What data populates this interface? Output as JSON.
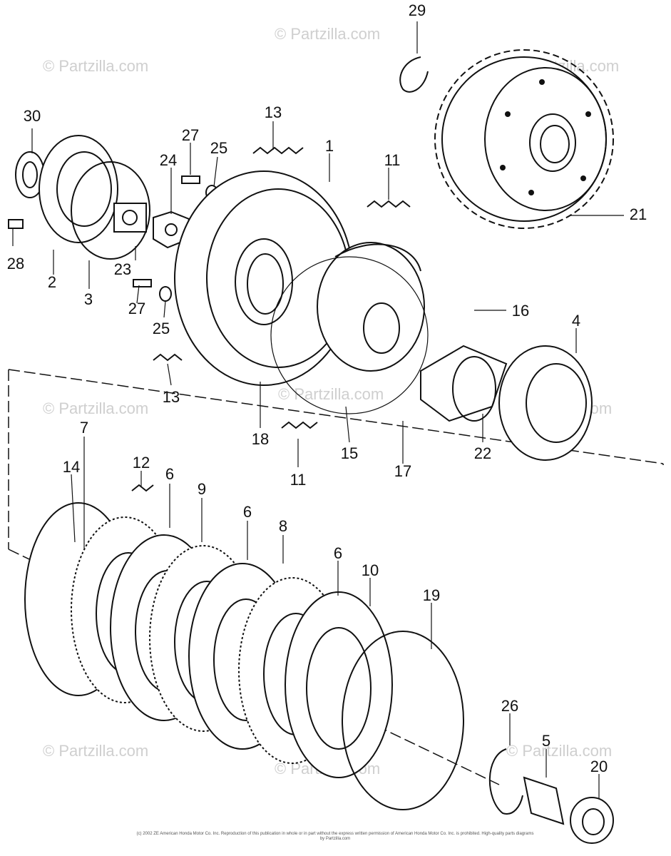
{
  "watermarks": [
    {
      "text": "© Partzilla.com"
    },
    {
      "text": "© Partzilla.com"
    },
    {
      "text": "© Partzilla.com"
    },
    {
      "text": "© Partzilla.com"
    },
    {
      "text": "© Partzilla.com"
    },
    {
      "text": "© Partzilla.com"
    },
    {
      "text": "© Partzilla.com"
    },
    {
      "text": "© Partzilla.com"
    },
    {
      "text": "© Partzilla.com"
    }
  ],
  "callouts": [
    {
      "label": "29"
    },
    {
      "label": "30"
    },
    {
      "label": "13"
    },
    {
      "label": "27"
    },
    {
      "label": "25"
    },
    {
      "label": "24"
    },
    {
      "label": "1"
    },
    {
      "label": "11"
    },
    {
      "label": "21"
    },
    {
      "label": "28"
    },
    {
      "label": "2"
    },
    {
      "label": "3"
    },
    {
      "label": "23"
    },
    {
      "label": "27"
    },
    {
      "label": "25"
    },
    {
      "label": "16"
    },
    {
      "label": "4"
    },
    {
      "label": "13"
    },
    {
      "label": "18"
    },
    {
      "label": "15"
    },
    {
      "label": "17"
    },
    {
      "label": "22"
    },
    {
      "label": "11"
    },
    {
      "label": "7"
    },
    {
      "label": "14"
    },
    {
      "label": "12"
    },
    {
      "label": "6"
    },
    {
      "label": "9"
    },
    {
      "label": "6"
    },
    {
      "label": "8"
    },
    {
      "label": "6"
    },
    {
      "label": "10"
    },
    {
      "label": "19"
    },
    {
      "label": "26"
    },
    {
      "label": "5"
    },
    {
      "label": "20"
    }
  ],
  "copyright": "(c) 2002 ZE American Honda Motor Co. Inc. Reproduction of this publication in whole or in part without the express written permission of American Honda Motor Co. Inc. is prohibited. High-quality parts diagrams by Partzilla.com"
}
